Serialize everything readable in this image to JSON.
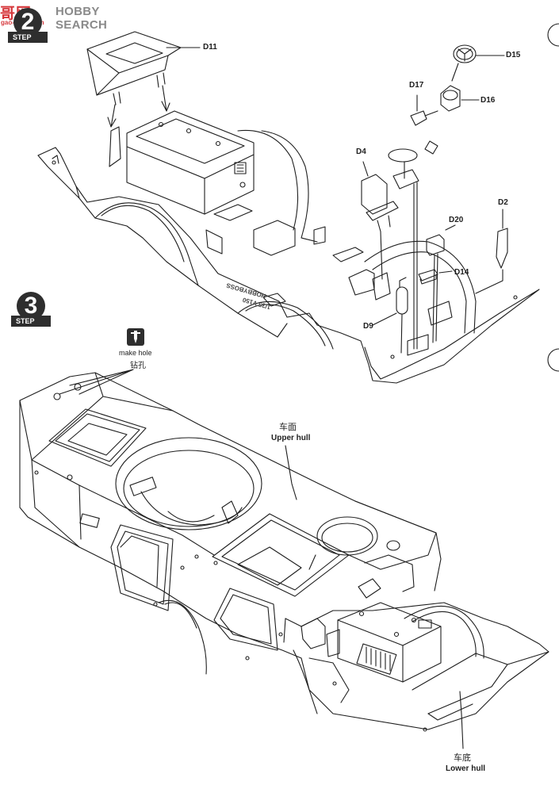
{
  "watermark": {
    "cn": "哥网",
    "en": "HOBBY SEARCH",
    "url": "gao-shop.com"
  },
  "steps": [
    {
      "number": "2",
      "label": "STEP"
    },
    {
      "number": "3",
      "label": "STEP"
    }
  ],
  "step2_parts": {
    "d11": "D11",
    "d15": "D15",
    "d16": "D16",
    "d17": "D17",
    "d4": "D4",
    "d2": "D2",
    "d20": "D20",
    "d14": "D14",
    "d9": "D9"
  },
  "molded_text": {
    "line1": "1/35 V150",
    "line2": "HOBBYBOSS"
  },
  "step3": {
    "make_hole_en": "make hole",
    "make_hole_cn": "钻孔",
    "upper_hull_cn": "车面",
    "upper_hull_en": "Upper hull",
    "lower_hull_cn": "车底",
    "lower_hull_en": "Lower hull"
  },
  "colors": {
    "line": "#1e1e1e",
    "badge": "#2e2e2e",
    "watermark_red": "#d6373b",
    "watermark_gray": "#8a8a8a"
  }
}
